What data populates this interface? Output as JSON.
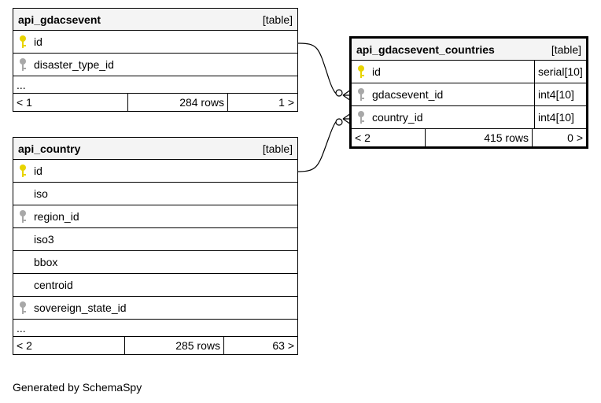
{
  "tables": [
    {
      "name": "api_gdacsevent",
      "kind": "[table]",
      "columns": [
        {
          "name": "id",
          "icon": "primary-key-icon"
        },
        {
          "name": "disaster_type_id",
          "icon": "foreign-key-icon"
        }
      ],
      "ellipsis": "...",
      "footer": {
        "prev": "< 1",
        "rows": "284 rows",
        "next": "1 >"
      }
    },
    {
      "name": "api_country",
      "kind": "[table]",
      "columns": [
        {
          "name": "id",
          "icon": "primary-key-icon"
        },
        {
          "name": "iso",
          "icon": ""
        },
        {
          "name": "region_id",
          "icon": "foreign-key-icon"
        },
        {
          "name": "iso3",
          "icon": ""
        },
        {
          "name": "bbox",
          "icon": ""
        },
        {
          "name": "centroid",
          "icon": ""
        },
        {
          "name": "sovereign_state_id",
          "icon": "foreign-key-icon"
        }
      ],
      "ellipsis": "...",
      "footer": {
        "prev": "< 2",
        "rows": "285 rows",
        "next": "63 >"
      }
    },
    {
      "name": "api_gdacsevent_countries",
      "kind": "[table]",
      "columns": [
        {
          "name": "id",
          "type": "serial[10]",
          "icon": "primary-key-icon"
        },
        {
          "name": "gdacsevent_id",
          "type": "int4[10]",
          "icon": "foreign-key-icon"
        },
        {
          "name": "country_id",
          "type": "int4[10]",
          "icon": "foreign-key-icon"
        }
      ],
      "footer": {
        "prev": "< 2",
        "rows": "415 rows",
        "next": "0 >"
      }
    }
  ],
  "colors": {
    "primary_key": "#e8d400",
    "foreign_key": "#a8a8a8",
    "header_bg": "#f4f4f4"
  },
  "generated": "Generated by SchemaSpy"
}
